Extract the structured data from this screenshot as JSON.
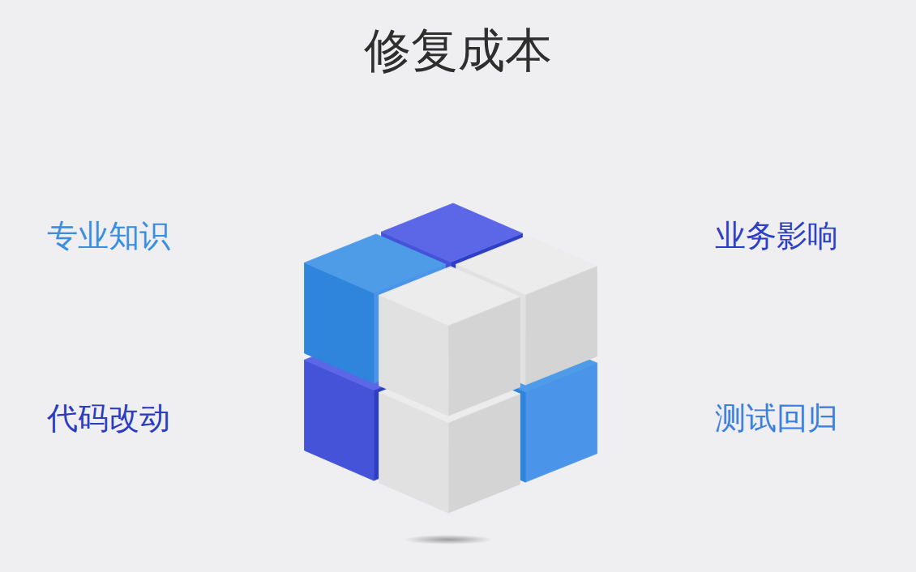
{
  "diagram": {
    "title": "修复成本",
    "labels": [
      "专业知识",
      "业务影响",
      "代码改动",
      "测试回归"
    ]
  }
}
